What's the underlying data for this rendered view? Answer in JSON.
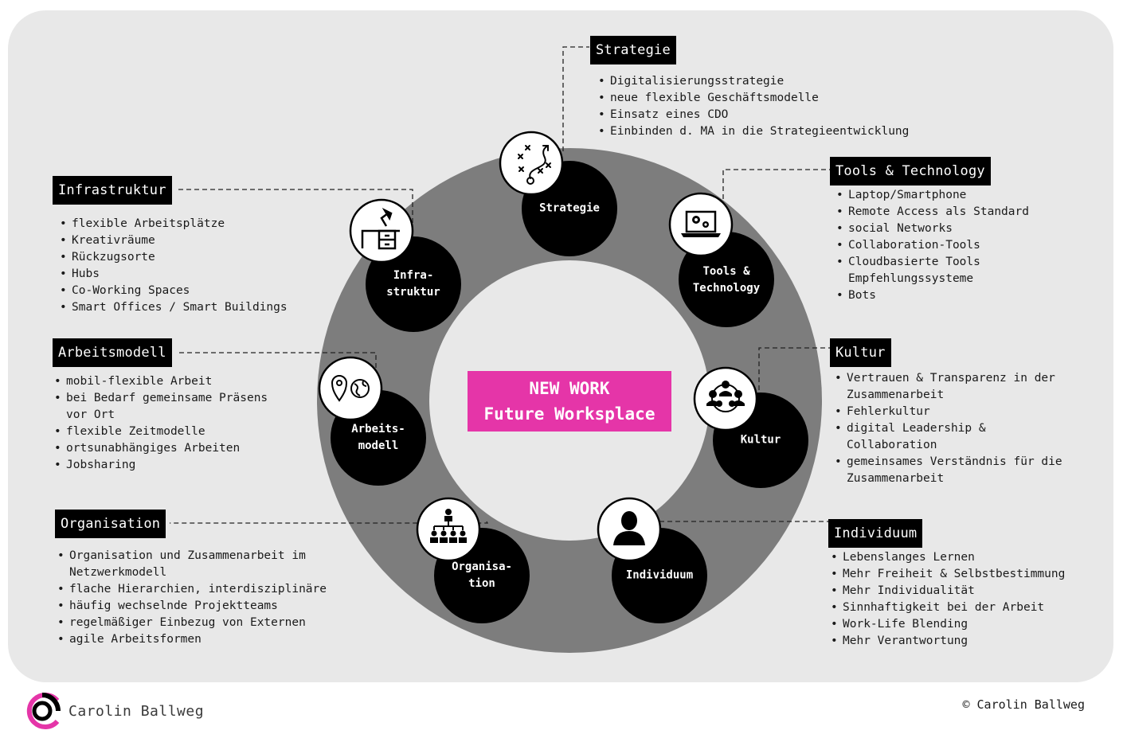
{
  "center": {
    "line1": "NEW WORK",
    "line2": "Future Worksplace"
  },
  "colors": {
    "accent": "#e535a8",
    "ring": "#7d7d7d",
    "panel": "#e8e8e8",
    "node": "#000000"
  },
  "nodes": {
    "strategie": {
      "label": "Strategie",
      "icon": "strategy-play-icon"
    },
    "tools": {
      "label": "Tools &\nTechnology",
      "icon": "laptop-gears-icon"
    },
    "kultur": {
      "label": "Kultur",
      "icon": "team-circle-icon"
    },
    "individuum": {
      "label": "Individuum",
      "icon": "person-icon"
    },
    "organisation": {
      "label": "Organisa-\ntion",
      "icon": "org-chart-icon"
    },
    "arbeitsmodell": {
      "label": "Arbeits-\nmodell",
      "icon": "location-globe-icon"
    },
    "infrastruktur": {
      "label": "Infra-\nstruktur",
      "icon": "desk-lamp-icon"
    }
  },
  "sections": {
    "strategie": {
      "title": "Strategie",
      "items": [
        "Digitalisierungsstrategie",
        "neue flexible Geschäftsmodelle",
        "Einsatz eines CDO",
        "Einbinden d. MA in die Strategieentwicklung"
      ]
    },
    "tools": {
      "title": "Tools & Technology",
      "items": [
        "Laptop/Smartphone",
        "Remote Access als Standard",
        "social Networks",
        "Collaboration-Tools",
        "Cloudbasierte Tools\nEmpfehlungssysteme",
        "Bots"
      ]
    },
    "kultur": {
      "title": "Kultur",
      "items": [
        "Vertrauen & Transparenz in der\nZusammenarbeit",
        "Fehlerkultur",
        "digital Leadership &\nCollaboration",
        "gemeinsames Verständnis für die\nZusammenarbeit"
      ]
    },
    "individuum": {
      "title": "Individuum",
      "items": [
        "Lebenslanges Lernen",
        "Mehr Freiheit & Selbstbestimmung",
        "Mehr Individualität",
        "Sinnhaftigkeit bei der Arbeit",
        "Work-Life Blending",
        "Mehr Verantwortung"
      ]
    },
    "organisation": {
      "title": "Organisation",
      "items": [
        "Organisation und Zusammenarbeit im\nNetzwerkmodell",
        "flache Hierarchien, interdisziplinäre",
        "häufig wechselnde Projektteams",
        "regelmäßiger Einbezug von Externen",
        "agile Arbeitsformen"
      ]
    },
    "arbeitsmodell": {
      "title": "Arbeitsmodell",
      "items": [
        "mobil-flexible Arbeit",
        "bei Bedarf gemeinsame Präsens\nvor Ort",
        "flexible Zeitmodelle",
        "ortsunabhängiges Arbeiten",
        "Jobsharing"
      ]
    },
    "infrastruktur": {
      "title": "Infrastruktur",
      "items": [
        "flexible Arbeitsplätze",
        "Kreativräume",
        "Rückzugsorte",
        "Hubs",
        "Co-Working Spaces",
        "Smart Offices / Smart Buildings"
      ]
    }
  },
  "footer": {
    "brand_name": "Carolin Ballweg",
    "copyright": "© Carolin Ballweg",
    "logo_icon": "c-ring-logo-icon"
  }
}
